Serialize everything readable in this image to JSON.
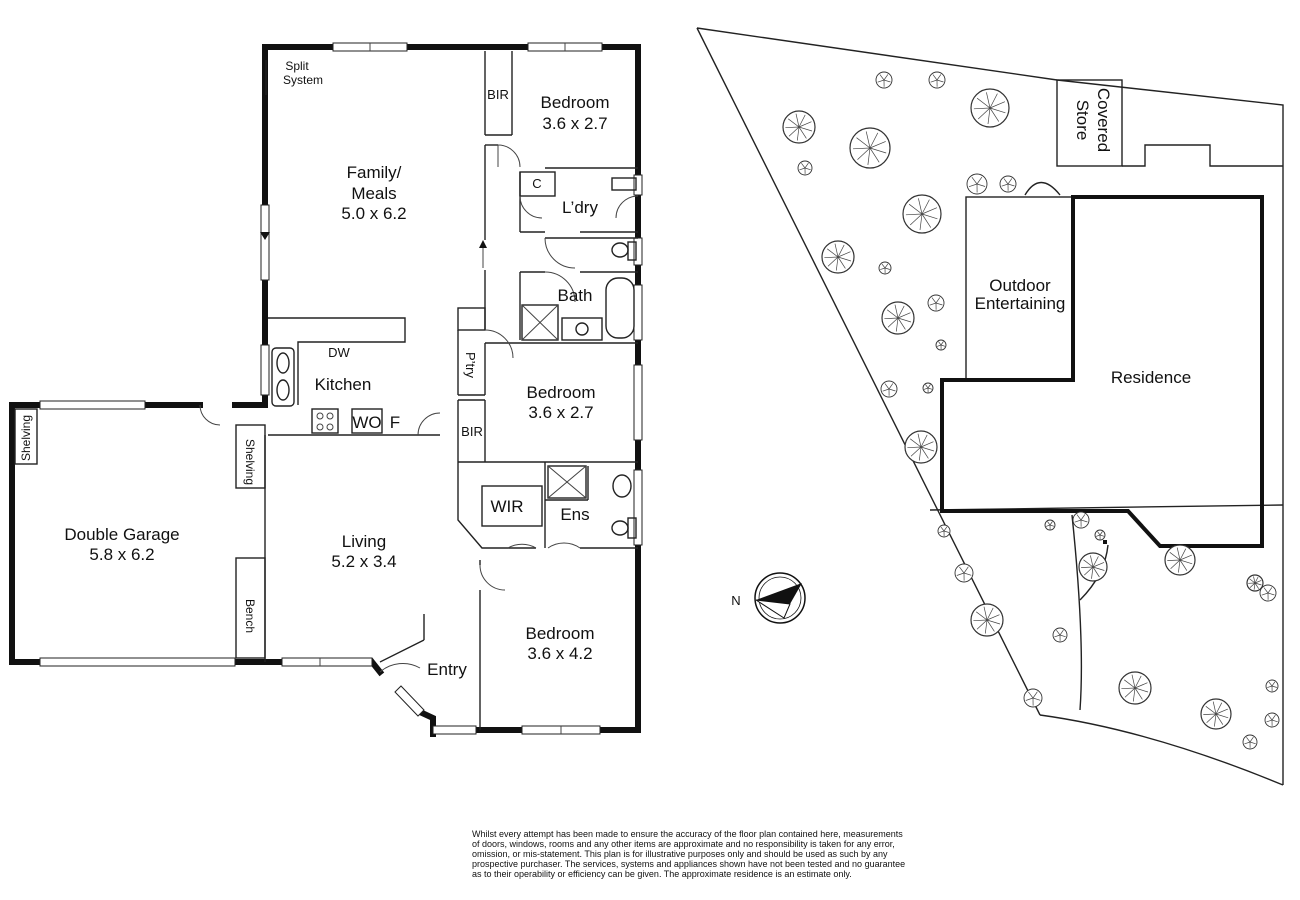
{
  "floor_plan": {
    "rooms": {
      "family": {
        "name_line1": "Family/",
        "name_line2": "Meals",
        "dims": "5.0 x 6.2"
      },
      "split_system": {
        "line1": "Split",
        "line2": "System"
      },
      "bed1": {
        "name": "Bedroom",
        "dims": "3.6 x 2.7"
      },
      "bir1": "BIR",
      "cupboard": "C",
      "laundry": "L’dry",
      "bath": "Bath",
      "pantry": "P’try",
      "dw": "DW",
      "kitchen": "Kitchen",
      "wo": "WO",
      "fridge": "F",
      "bed2": {
        "name": "Bedroom",
        "dims": "3.6 x 2.7"
      },
      "bir2": "BIR",
      "wir": "WIR",
      "ens": "Ens",
      "garage": {
        "name": "Double Garage",
        "dims": "5.8 x 6.2"
      },
      "shelving_left": "Shelving",
      "shelving_right": "Shelving",
      "bench": "Bench",
      "living": {
        "name": "Living",
        "dims": "5.2 x 3.4"
      },
      "bed3": {
        "name": "Bedroom",
        "dims": "3.6 x 4.2"
      },
      "entry": "Entry"
    }
  },
  "site_plan": {
    "covered_store_line1": "Covered",
    "covered_store_line2": "Store",
    "outdoor_line1": "Outdoor",
    "outdoor_line2": "Entertaining",
    "residence": "Residence",
    "north": "N"
  },
  "disclaimer_lines": [
    "Whilst every attempt has been made to ensure the accuracy of the floor plan contained here, measurements",
    "of doors, windows, rooms and any other items are approximate and no responsibility is taken for any error,",
    "omission, or mis-statement.  This plan is for illustrative purposes only and should be used as such by any",
    "prospective purchaser.  The services, systems and appliances shown have not been tested and no guarantee",
    "as to their operability or efficiency can be given.  The approximate residence is an estimate only."
  ]
}
